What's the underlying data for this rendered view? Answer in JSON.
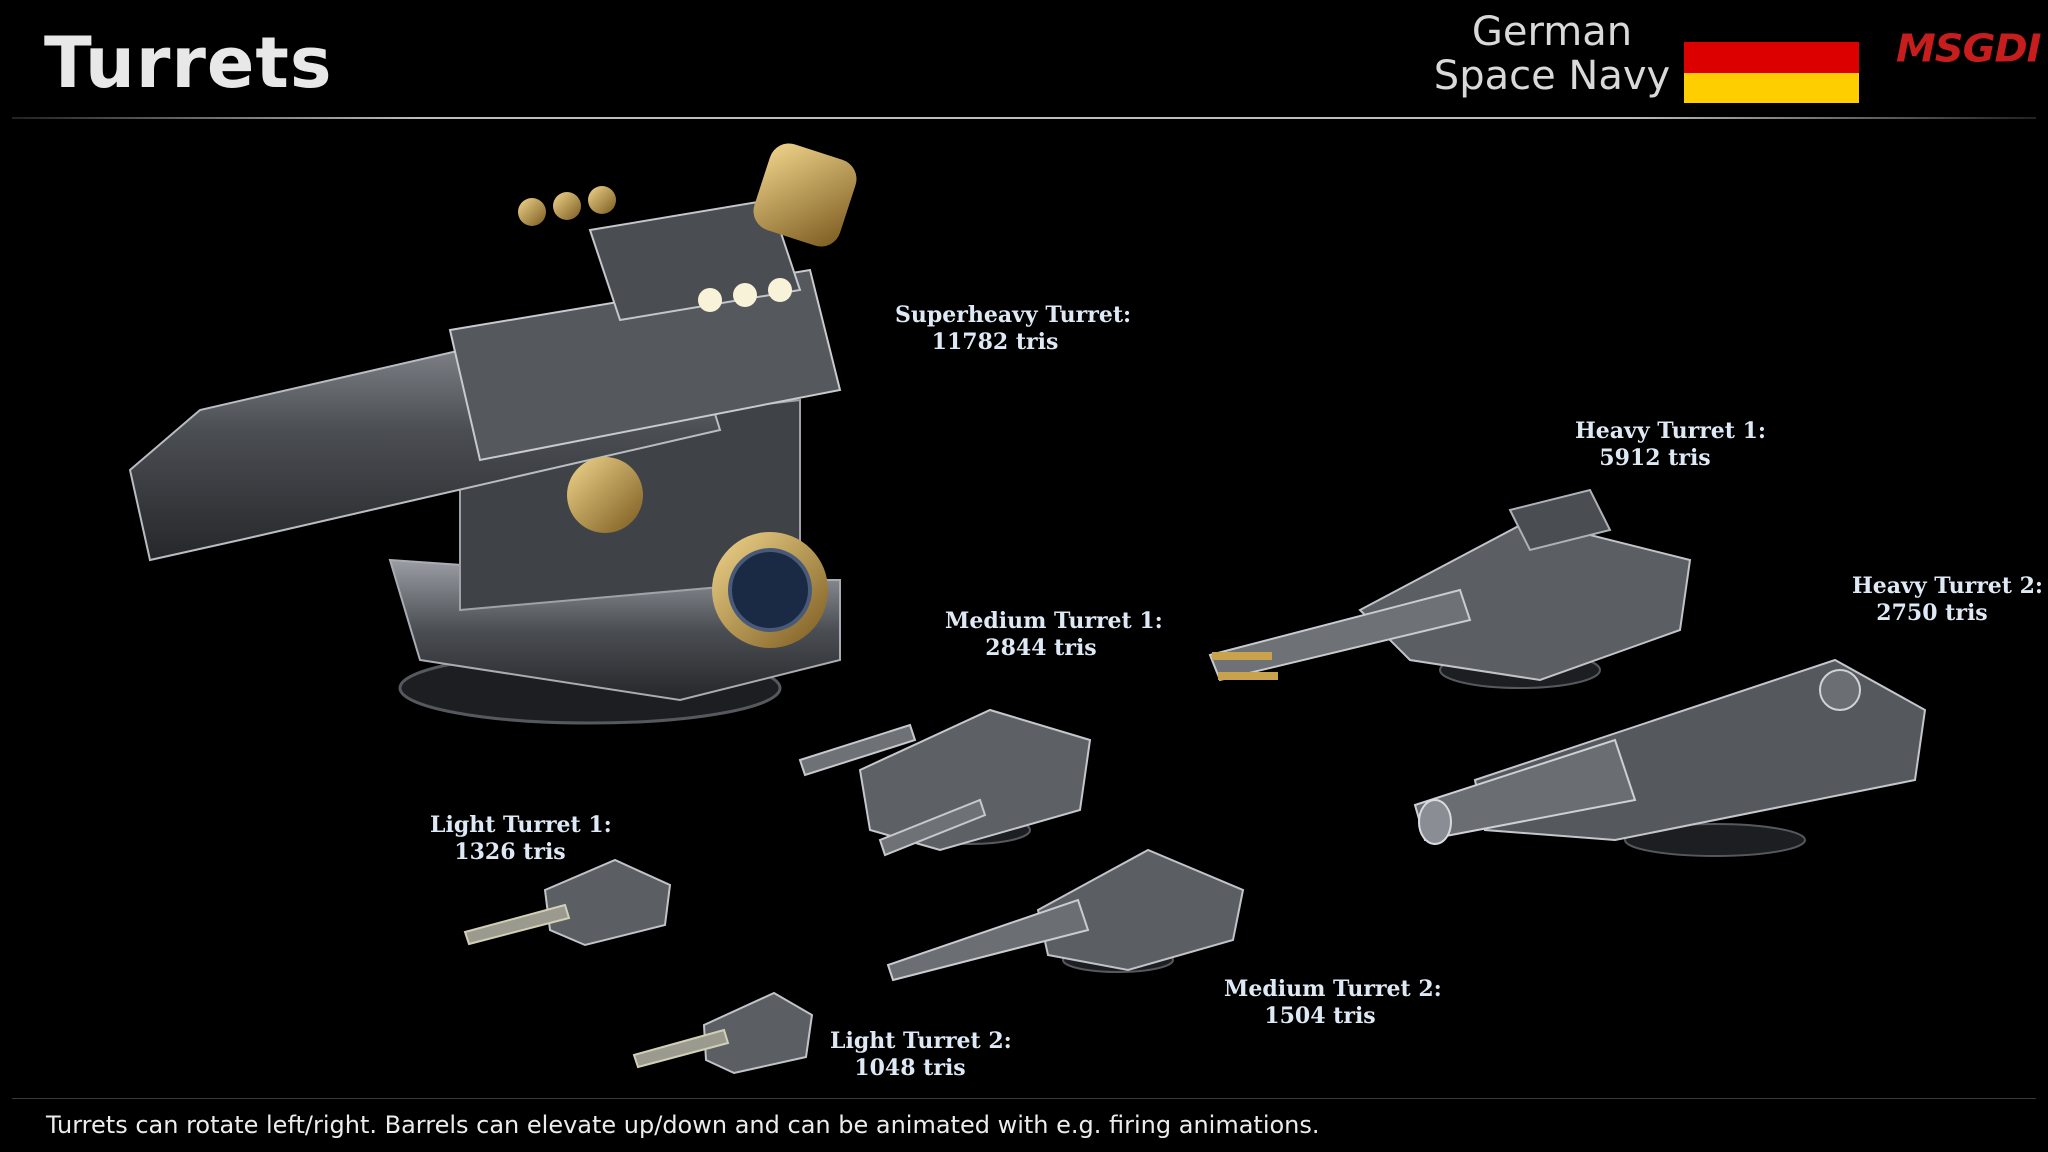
{
  "header": {
    "title": "Turrets",
    "brand_line1": "German",
    "brand_line2": "Space Navy",
    "logo": "MSGDI"
  },
  "colors": {
    "flag_red": "#dd0000",
    "flag_gold": "#ffce00",
    "logo": "#c81d1d",
    "label_text": "#dfe9f5",
    "metal": "#6b6e72",
    "brass": "#b08a3e"
  },
  "turrets": [
    {
      "id": "superheavy",
      "name": "Superheavy Turret:",
      "tris": "11782 tris"
    },
    {
      "id": "heavy1",
      "name": "Heavy Turret 1:",
      "tris": "5912 tris"
    },
    {
      "id": "heavy2",
      "name": "Heavy Turret 2:",
      "tris": "2750 tris"
    },
    {
      "id": "medium1",
      "name": "Medium Turret 1:",
      "tris": "2844 tris"
    },
    {
      "id": "medium2",
      "name": "Medium Turret 2:",
      "tris": "1504 tris"
    },
    {
      "id": "light1",
      "name": "Light Turret 1:",
      "tris": "1326 tris"
    },
    {
      "id": "light2",
      "name": "Light Turret 2:",
      "tris": "1048 tris"
    }
  ],
  "footer": {
    "note": "Turrets can rotate left/right. Barrels can elevate up/down and can be animated with e.g. firing animations."
  }
}
